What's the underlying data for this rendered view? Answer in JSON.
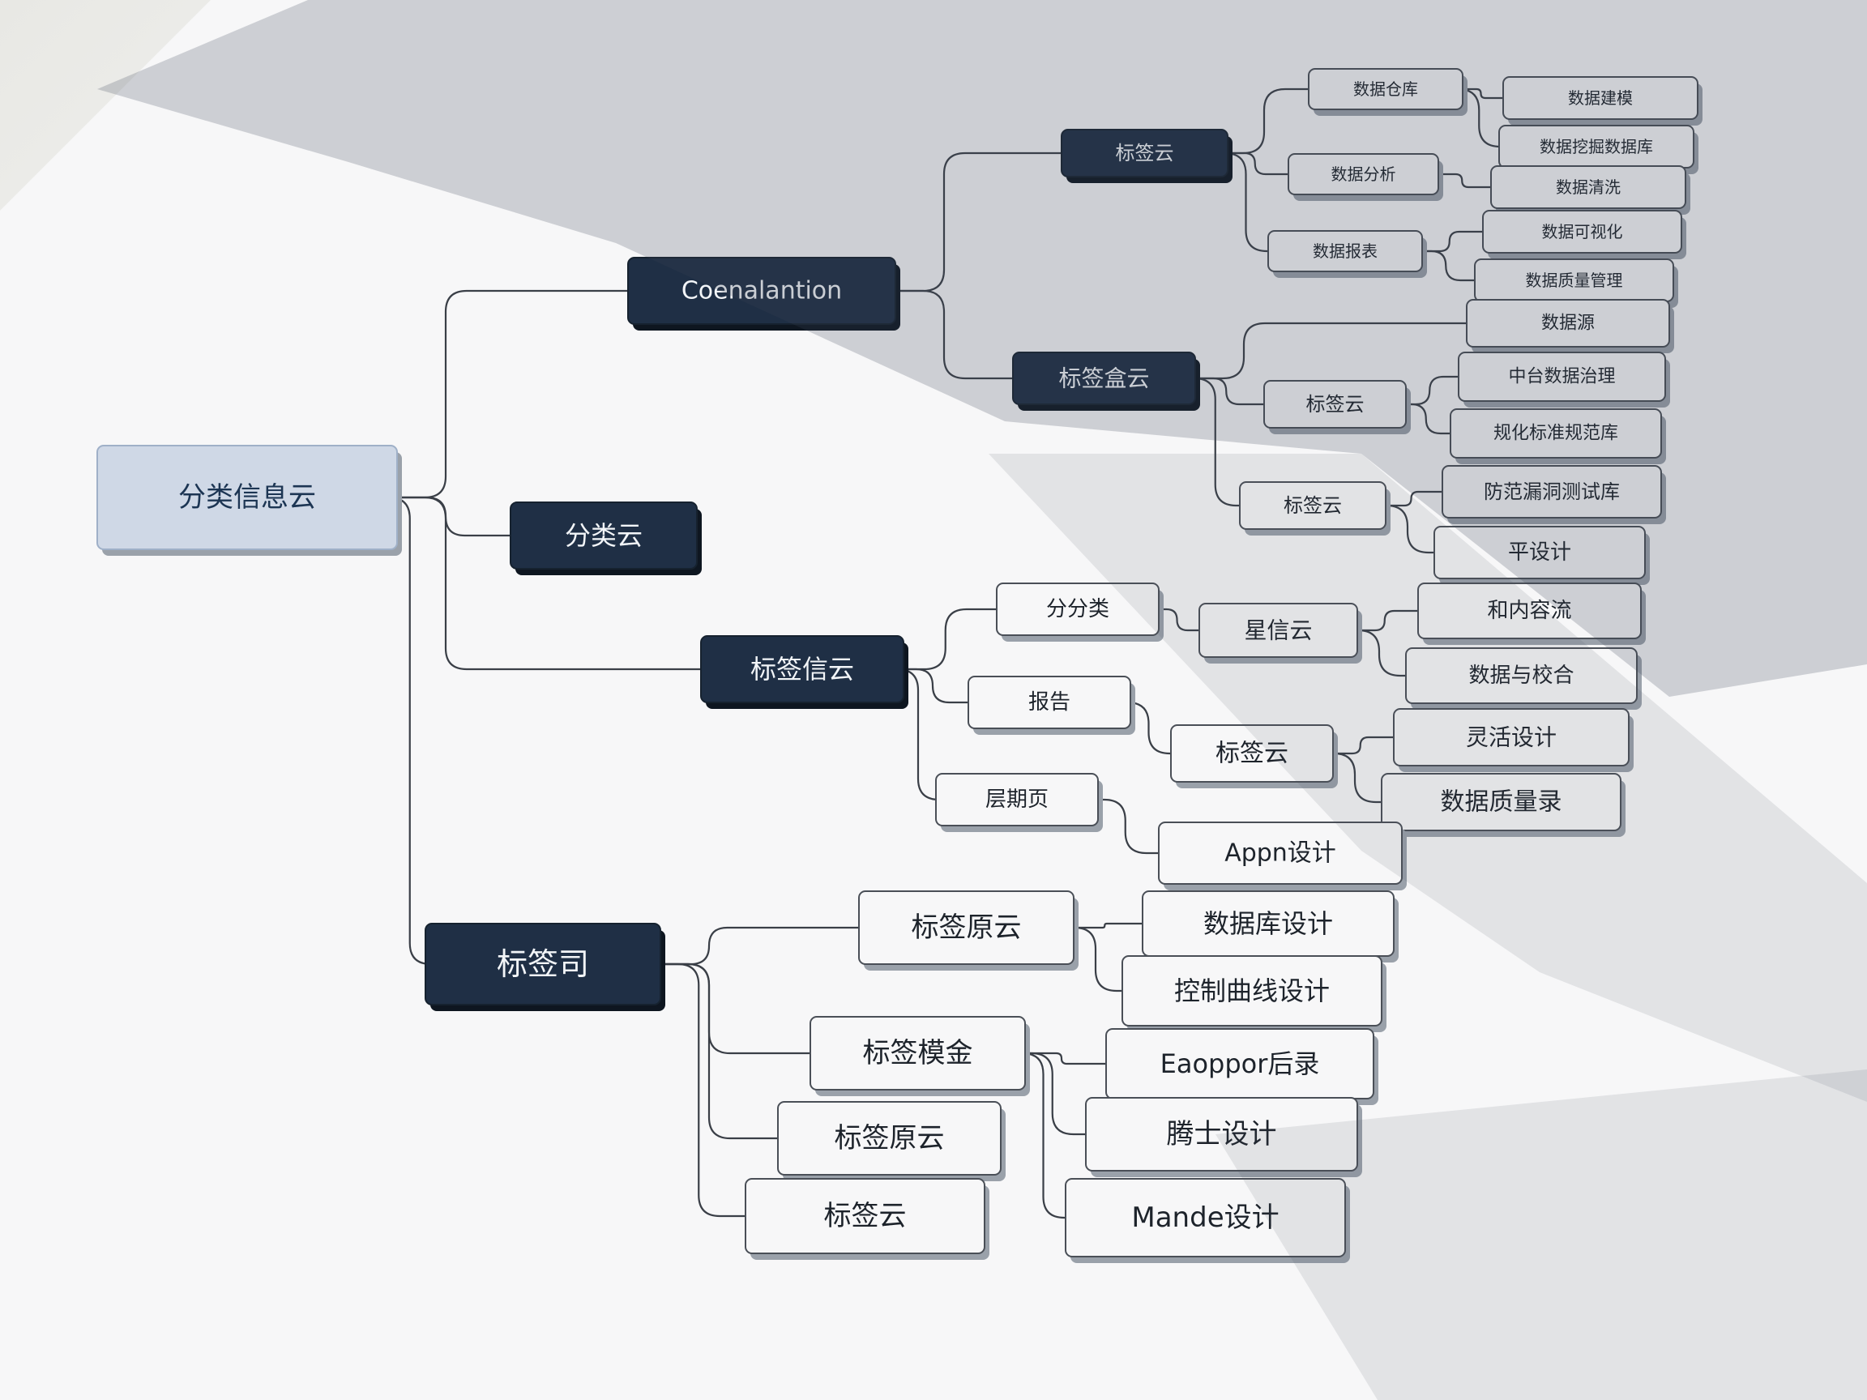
{
  "diagram": {
    "root": {
      "id": "root",
      "label": "分类信息云"
    },
    "nodes": [
      {
        "id": "n1",
        "label": "Coenalantion",
        "style": "dark",
        "parent": "root"
      },
      {
        "id": "n2",
        "label": "分类云",
        "style": "dark",
        "parent": "root"
      },
      {
        "id": "n3",
        "label": "标签信云",
        "style": "dark",
        "parent": "root"
      },
      {
        "id": "n4",
        "label": "标签司",
        "style": "dark",
        "parent": "root"
      },
      {
        "id": "n1a",
        "label": "标签云",
        "style": "dark",
        "parent": "n1"
      },
      {
        "id": "n1b",
        "label": "标签盒云",
        "style": "dark",
        "parent": "n1"
      },
      {
        "id": "n1a1",
        "label": "数据仓库",
        "style": "light",
        "parent": "n1a"
      },
      {
        "id": "n1a2",
        "label": "数据分析",
        "style": "light",
        "parent": "n1a"
      },
      {
        "id": "n1a3",
        "label": "数据报表",
        "style": "light",
        "parent": "n1a"
      },
      {
        "id": "n1a1x",
        "label": "数据建模",
        "style": "light",
        "parent": "n1a1"
      },
      {
        "id": "n1a1y",
        "label": "数据挖掘数据库",
        "style": "light",
        "parent": "n1a1"
      },
      {
        "id": "n1a2x",
        "label": "数据清洗",
        "style": "light",
        "parent": "n1a2"
      },
      {
        "id": "n1a3x",
        "label": "数据可视化",
        "style": "light",
        "parent": "n1a3"
      },
      {
        "id": "n1a3y",
        "label": "数据质量管理",
        "style": "light",
        "parent": "n1a3"
      },
      {
        "id": "n1b0",
        "label": "数据源",
        "style": "light",
        "parent": "n1b"
      },
      {
        "id": "n1b1",
        "label": "标签云",
        "style": "light",
        "parent": "n1b"
      },
      {
        "id": "n1b2",
        "label": "标签云",
        "style": "light",
        "parent": "n1b"
      },
      {
        "id": "n1b1x",
        "label": "中台数据治理",
        "style": "light",
        "parent": "n1b1"
      },
      {
        "id": "n1b1y",
        "label": "规化标准规范库",
        "style": "light",
        "parent": "n1b1"
      },
      {
        "id": "n1b2x",
        "label": "防范漏洞测试库",
        "style": "light",
        "parent": "n1b2"
      },
      {
        "id": "n1b2y",
        "label": "平设计",
        "style": "light",
        "parent": "n1b2"
      },
      {
        "id": "n3a",
        "label": "分分类",
        "style": "light",
        "parent": "n3"
      },
      {
        "id": "n3b",
        "label": "报告",
        "style": "light",
        "parent": "n3"
      },
      {
        "id": "n3c",
        "label": "层期页",
        "style": "light",
        "parent": "n3"
      },
      {
        "id": "n3a1",
        "label": "星信云",
        "style": "light",
        "parent": "n3a"
      },
      {
        "id": "n3b1",
        "label": "标签云",
        "style": "light",
        "parent": "n3b"
      },
      {
        "id": "n3a1x",
        "label": "和内容流",
        "style": "light",
        "parent": "n3a1"
      },
      {
        "id": "n3a1y",
        "label": "数据与校合",
        "style": "light",
        "parent": "n3a1"
      },
      {
        "id": "n3b1x",
        "label": "灵活设计",
        "style": "light",
        "parent": "n3b1"
      },
      {
        "id": "n3b1y",
        "label": "数据质量录",
        "style": "light",
        "parent": "n3b1"
      },
      {
        "id": "n3c1",
        "label": "Appn设计",
        "style": "light",
        "parent": "n3c"
      },
      {
        "id": "n4a",
        "label": "标签原云",
        "style": "light",
        "parent": "n4"
      },
      {
        "id": "n4b",
        "label": "标签模金",
        "style": "light",
        "parent": "n4"
      },
      {
        "id": "n4c",
        "label": "标签原云",
        "style": "light",
        "parent": "n4"
      },
      {
        "id": "n4d",
        "label": "标签云",
        "style": "light",
        "parent": "n4"
      },
      {
        "id": "n4a1",
        "label": "数据库设计",
        "style": "light",
        "parent": "n4a"
      },
      {
        "id": "n4a2",
        "label": "控制曲线设计",
        "style": "light",
        "parent": "n4a"
      },
      {
        "id": "n4b1",
        "label": "Eaoppor后录",
        "style": "light",
        "parent": "n4b"
      },
      {
        "id": "n4b2",
        "label": "腾士设计",
        "style": "light",
        "parent": "n4b"
      },
      {
        "id": "n4b3",
        "label": "Mande设计",
        "style": "light",
        "parent": "n4b"
      }
    ]
  }
}
